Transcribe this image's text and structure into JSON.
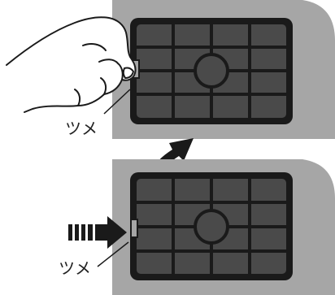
{
  "panels": [
    {
      "id": "upper",
      "callout_label": "ツメ",
      "state": "removing-filter-by-hand"
    },
    {
      "id": "lower",
      "callout_label": "ツメ",
      "state": "press-tab-and-lift"
    }
  ],
  "icons": {
    "hand": "hand-grip-icon",
    "push_arrow": "dashed-push-arrow-icon",
    "lift_arrow": "curved-lift-arrow-icon"
  },
  "colors": {
    "housing_gray": "#a6a6a6",
    "filter_dark": "#4a4a4a",
    "filter_outline": "#1a1a1a",
    "arrow_dark": "#1a1a1a"
  }
}
